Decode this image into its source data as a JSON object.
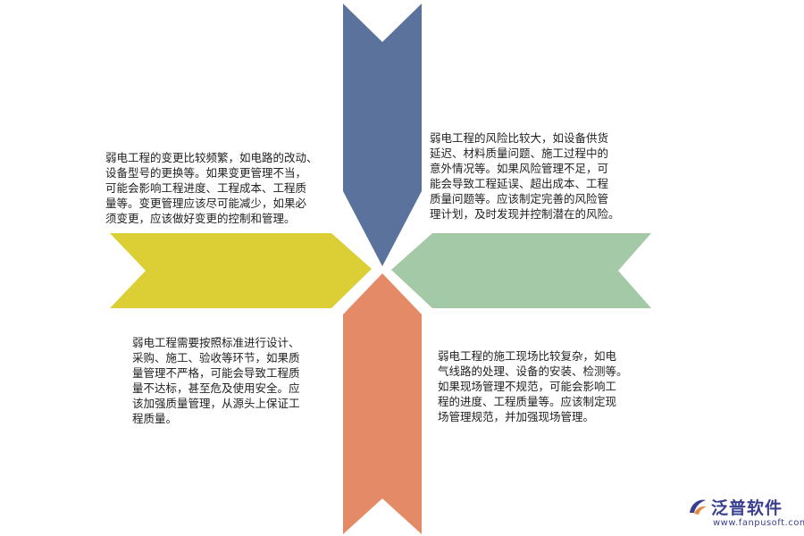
{
  "colors": {
    "top": "#5b729c",
    "left": "#dbcf35",
    "right": "#a3c9a6",
    "bottom": "#e58a66"
  },
  "blocks": {
    "top_left": {
      "lines": [
        "弱电工程的变更比较频繁，如电路的改动、",
        "设备型号的更换等。如果变更管理不当，",
        "可能会影响工程进度、工程成本、工程质",
        "量等。变更管理应该尽可能减少，如果必",
        "须变更，应该做好变更的控制和管理。"
      ]
    },
    "top_right": {
      "lines": [
        "弱电工程的风险比较大，如设备供货",
        "延迟、材料质量问题、施工过程中的",
        "意外情况等。如果风险管理不足，可",
        "能会导致工程延误、超出成本、工程",
        "质量问题等。应该制定完善的风险管",
        "理计划，及时发现并控制潜在的风险。"
      ]
    },
    "bottom_left": {
      "lines": [
        "弱电工程需要按照标准进行设计、",
        "采购、施工、验收等环节，如果质",
        "量管理不严格，可能会导致工程质",
        "量不达标，甚至危及使用安全。应",
        "该加强质量管理，从源头上保证工",
        "程质量。"
      ]
    },
    "bottom_right": {
      "lines": [
        "弱电工程的施工现场比较复杂，如电",
        "气线路的处理、设备的安装、检测等。",
        "如果现场管理不规范，可能会影响工",
        "程的进度、工程质量等。应该制定现",
        "场管理规范，并加强现场管理。"
      ]
    }
  },
  "logo": {
    "name": "泛普软件",
    "url": "www.fanpusoft.com",
    "icon": "fanpu-logo-icon",
    "color": "#3a3f8f"
  }
}
